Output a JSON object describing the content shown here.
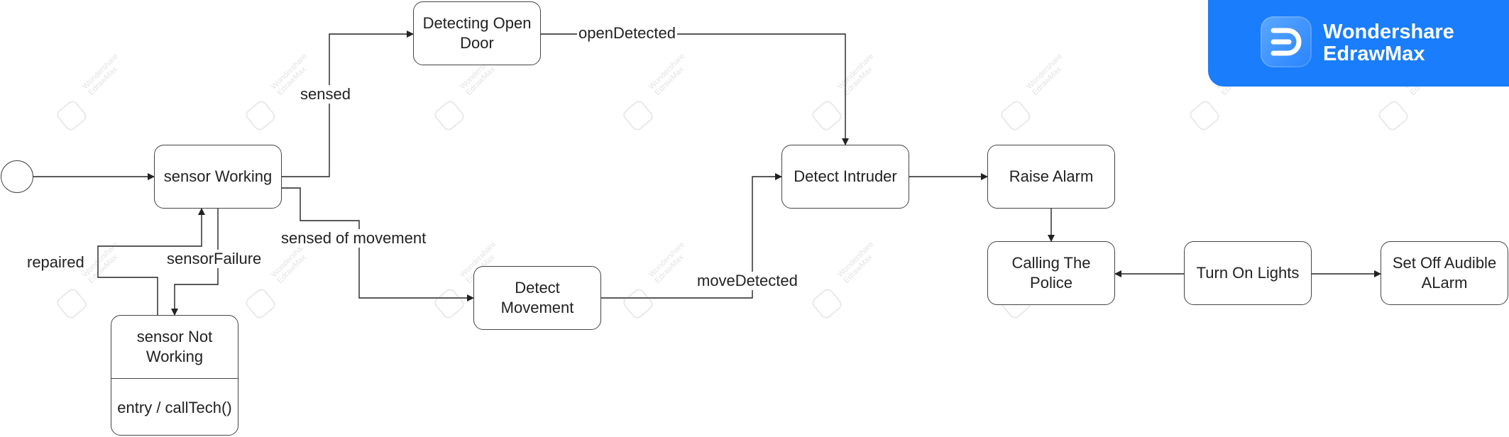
{
  "states": {
    "sensor_working": "sensor Working",
    "detecting_open_door": "Detecting Open Door",
    "detect_movement": "Detect Movement",
    "detect_intruder": "Detect Intruder",
    "raise_alarm": "Raise Alarm",
    "calling_police": "Calling The Police",
    "turn_on_lights": "Turn On Lights",
    "set_off_audible_alarm": "Set Off Audible ALarm",
    "sensor_not_working": "sensor Not Working",
    "sensor_not_working_activity": "entry / callTech()"
  },
  "transitions": {
    "sensed": "sensed",
    "open_detected": "openDetected",
    "sensed_of_movement": "sensed of movement",
    "move_detected": "moveDetected",
    "sensor_failure": "sensorFailure",
    "repaired": "repaired"
  },
  "watermark": {
    "line1": "Wondershare",
    "line2": "EdrawMax"
  },
  "brand": {
    "line1": "Wondershare",
    "line2": "EdrawMax",
    "color": "#1a7dfb",
    "icon": "edrawmax-logo-icon"
  },
  "colors": {
    "line": "#222222",
    "border": "#444444"
  }
}
